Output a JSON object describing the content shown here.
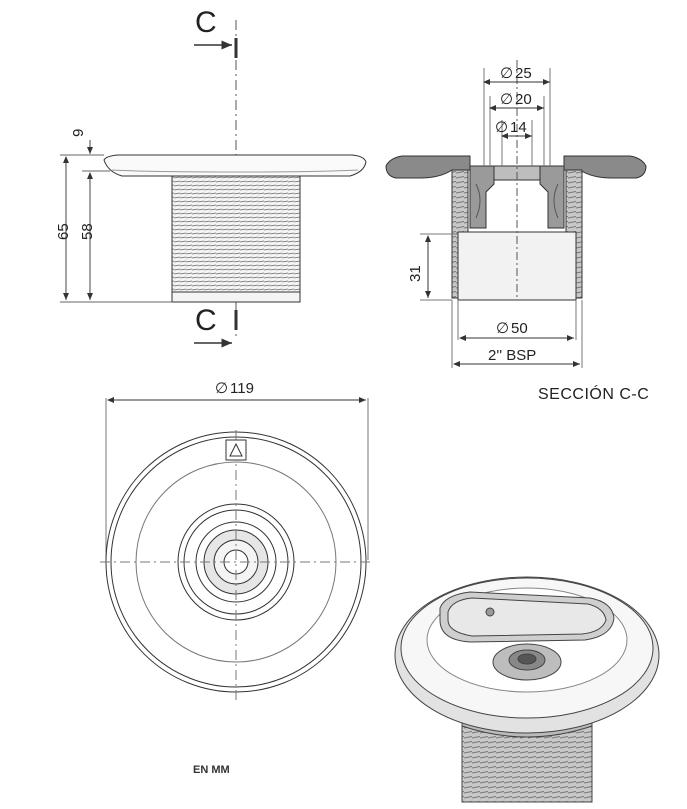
{
  "section_marks": {
    "top": "C",
    "bottom": "C"
  },
  "dims_side": {
    "flange": "9",
    "total": "65",
    "body": "58"
  },
  "dims_section": {
    "d25": "25",
    "d20": "20",
    "d14": "14",
    "h31": "31",
    "d50": "50",
    "thread": "2'' BSP"
  },
  "section_title": "SECCIÓN C-C",
  "top_view": {
    "d119": "119"
  },
  "diameter_symbol": "∅",
  "units_note": "EN MM",
  "colors": {
    "line": "#333333",
    "section_fill": "#8a8a8a",
    "render_body": "#d8d8d8"
  }
}
